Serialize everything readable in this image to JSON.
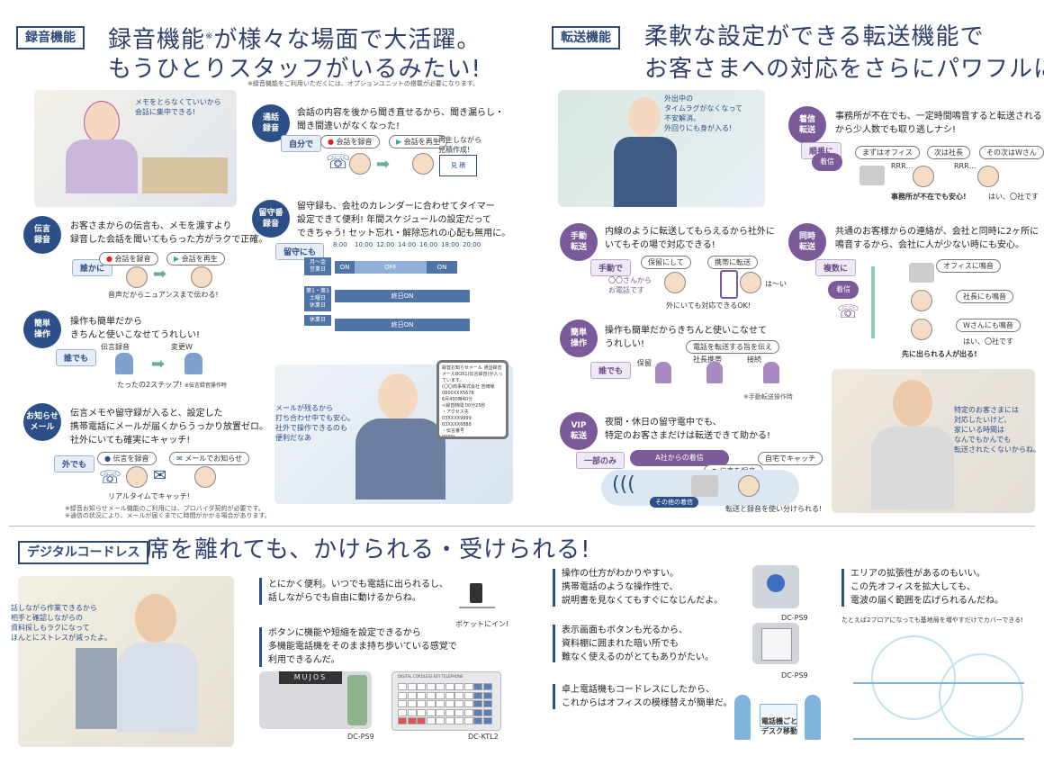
{
  "rec": {
    "tag": "録音機能",
    "headline1": "録音機能",
    "headline_mark": "※",
    "headline1b": "が様々な場面で大活躍。",
    "headline2": "もうひとりスタッフがいるみたい!",
    "note": "※録音機能をご利用いただくには、オプションユニットの搭載が必要になります。",
    "bubble_woman": "メモをとらなくていいから\n会話に集中できる!",
    "items": [
      {
        "badge": "伝言\n録音",
        "text": "お客さまからの伝言も、メモを渡すより\n録音した会話を聞いてもらった方がラクで正確。",
        "chip": "誰かに",
        "pill1": "会話を録音",
        "pill2": "会話を再生",
        "caption": "音声だからニュアンスまで伝わる!"
      },
      {
        "badge": "簡単\n操作",
        "text": "操作も簡単だから\nきちんと使いこなせてうれしい!",
        "chip": "誰でも",
        "label1": "伝言録音",
        "label2": "変更W",
        "caption": "たったの2ステップ!",
        "caption_note": "※伝言録音操作時"
      },
      {
        "badge": "お知らせ\nメール",
        "text": "伝言メモや留守録が入ると、設定した\n携帯電話にメールが届くからうっかり放置ゼロ。\n社外にいても確実にキャッチ!",
        "chip": "外でも",
        "pill1": "伝言を録音",
        "pill2": "メールでお知らせ",
        "caption": "リアルタイムでキャッチ!"
      }
    ],
    "call": {
      "badge": "通話\n録音",
      "text": "会話の内容を後から聞き直せるから、聞き漏らし・\n聞き間違いがなくなった!",
      "chip": "自分で",
      "pill1": "会話を録音",
      "pill2": "会話を再生",
      "side": "再生しながら\n見積作成!",
      "screen": "見 積"
    },
    "answer": {
      "badge": "留守番\n録音",
      "text": "留守録も、会社のカレンダーに合わせてタイマー\n設定できて便利! 年間スケジュールの設定だって\nできちゃう! セット忘れ・解除忘れの心配も無用に。",
      "chip": "留守にも",
      "ticks": [
        "8:00",
        "10:00",
        "12:00",
        "14:00",
        "16:00",
        "18:00",
        "20:00"
      ],
      "rows": [
        {
          "label": "月〜金\n営業日",
          "bars": [
            {
              "text": "ON",
              "type": "d"
            },
            {
              "text": "OFF",
              "type": "l"
            },
            {
              "text": "ON",
              "type": "d"
            }
          ]
        },
        {
          "label": "第1・第3\n土曜日\n休業日",
          "bars": [
            {
              "text": "終日ON",
              "type": "d"
            }
          ]
        },
        {
          "label": "休業日",
          "bars": [
            {
              "text": "終日ON",
              "type": "d"
            }
          ]
        }
      ]
    },
    "mail_bubble": "メールが残るから\n打ち合わせ中でも安心。\n社外で操作できるのも\n便利だなあ",
    "phone_screen": "録音お知らせメール 通話録音\nメールBOX1(伝言録音)が入っています。\n(〇〇商事株式会社 吉崎様\n0800XXX5678\n6月400時40分\n<録音時間 00分25秒\n・アクセス先\n03XXXX9999\n03XXXX6888\n・伝言番号\n0000)",
    "footnote1": "※録音お知らせメール機能のご利用には、プロバイダ契約が必要です。",
    "footnote2": "※通信の状況により、メールが届くまでに時間がかかる場合があります。"
  },
  "fwd": {
    "tag": "転送機能",
    "headline1": "柔軟な設定ができる転送機能で",
    "headline2": "お客さまへの対応をさらにパワフルに!",
    "bubble_man": "外出中の\nタイムラグがなくなって\n不安解消。\n外回りにも身が入る!",
    "manual": {
      "badge": "手動\n転送",
      "text": "内線のように転送してもらえるから社外に\nいてもその場で対応できる!",
      "chip": "手動で",
      "pill1": "保留にして",
      "pill2": "携帯に転送",
      "side": "〇〇さんから\nお電話です",
      "reply": "は〜い",
      "caption": "外にいても対応できるOK!"
    },
    "easy": {
      "badge": "簡単\n操作",
      "text": "操作も簡単だからきちんと使いこなせて\nうれしい!",
      "chip": "誰でも",
      "label1": "保留",
      "label2": "社長携帯",
      "label3": "接続",
      "pill": "電話を転送する旨を伝え",
      "caption": "※手動転送操作時"
    },
    "vip": {
      "badge": "VIP\n転送",
      "text": "夜間・休日の留守電中でも、\n特定のお客さまだけは転送できて助かる!",
      "chip": "一部のみ",
      "pill1": "A社からの着信",
      "pill2": "伝言を録音",
      "pill3": "自宅でキャッチ",
      "other": "その他の着信",
      "caption": "転送と録音を使い分けられる!"
    },
    "ring": {
      "badge": "着信\n転送",
      "text": "事務所が不在でも、一定時間鳴音すると転送される\nから少人数でも取り逃しナシ!",
      "chip": "順番に",
      "incoming": "着信",
      "pill1": "まずはオフィス",
      "pill2": "次は社長",
      "pill3": "その次はWさん",
      "rrr": "RRR…",
      "reply": "はい、〇社です",
      "caption": "事務所が不在でも安心!"
    },
    "simul": {
      "badge": "同時\n転送",
      "text": "共通のお客様からの連絡が、会社と同時に2ヶ所に\n鳴音するから、会社に人が少ない時にも安心。",
      "chip": "複数に",
      "incoming": "着信",
      "pill1": "オフィスに鳴音",
      "pill2": "社長にも鳴音",
      "pill3": "Wさんにも鳴音",
      "reply": "はい、〇社です",
      "caption": "先に出られる人が出る!"
    },
    "bubble_old": "特定のお客さまには\n対応したいけど、\n家にいる時間は\nなんでもかんでも\n転送されたくないからね。"
  },
  "dig": {
    "tag": "デジタルコードレス",
    "headline": "席を離れても、かけられる・受けられる!",
    "bubble": "話しながら作業できるから\n相手と確認しながらの\n資料探しもラクになって\nほんとにストレスが減ったよ。",
    "p1": "とにかく便利。いつでも電話に出られるし、\n話しながらでも自由に動けるからね。",
    "pocket": "ポケットにイン!",
    "p2": "ボタンに機能や短縮を設定できるから\n多機能電話機をそのまま持ち歩いている感覚で\n利用できるんだ。",
    "handset_brand": "MUJOS",
    "model1": "DC-PS9",
    "model2": "DC-KTL2",
    "ktl_label": "DIGITAL CORDLESS KEY TELEPHONE",
    "q1": "操作の仕方がわかりやすい。\n携帯電話のような操作性で、\n説明書を見なくてもすぐになじんだよ。",
    "q2": "表示画面もボタンも光るから、\n資料棚に囲まれた暗い所でも\n難なく使えるのがとてもありがたい。",
    "q3": "卓上電話機もコードレスにしたから、\nこれからはオフィスの模様替えが簡単だ。",
    "move": "電話機ごと\nデスク移動",
    "r1": "エリアの拡張性があるのもいい。\nこの先オフィスを拡大しても、\n電波の届く範囲を広げられるんだね。",
    "r_note": "たとえば2フロアになっても基地局を増やすだけでカバーできる!"
  },
  "colors": {
    "navy": "#2b4f86",
    "purple": "#7a5a98",
    "teal": "#6aab9c"
  }
}
